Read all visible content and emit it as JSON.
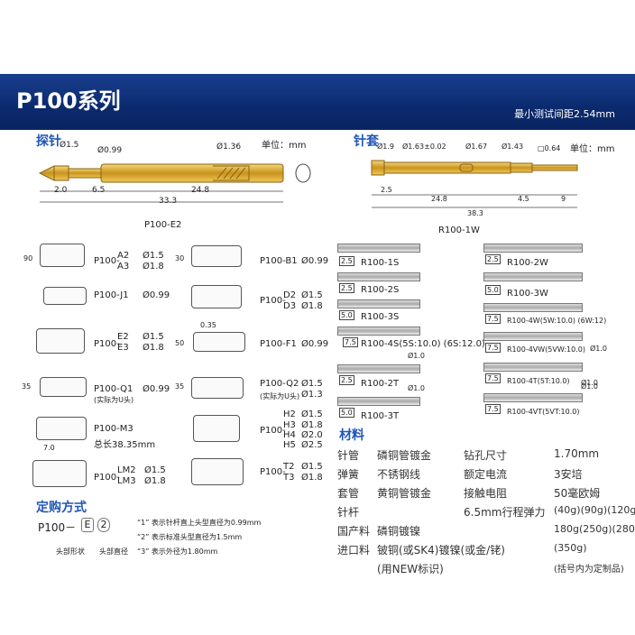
{
  "banner": {
    "title": "P100系列",
    "subtitle": "最小测试间距2.54mm"
  },
  "probe": {
    "title": "探针",
    "unit": "单位：mm",
    "model": "P100-E2",
    "dims": {
      "d1": "Ø1.5",
      "d2": "Ø0.99",
      "d3": "Ø1.36",
      "a": "2.0",
      "b": "6.5",
      "c": "24.8",
      "total": "33.3"
    }
  },
  "sleeve": {
    "title": "针套",
    "unit": "单位：mm",
    "model": "R100-1W",
    "dims": {
      "d1": "Ø1.9",
      "d2": "Ø1.63±0.02",
      "d3": "Ø1.67",
      "d4": "Ø1.43",
      "sq": "□0.64",
      "a": "2.5",
      "b": "24.8",
      "c": "4.5",
      "d": "9",
      "total": "38.3"
    }
  },
  "tips": [
    {
      "model": "P100-",
      "code": "A2",
      "code2": "A3",
      "d1": "Ø1.5",
      "d2": "Ø1.8",
      "angle": "90"
    },
    {
      "model": "P100-B1",
      "d1": "Ø0.99",
      "angle": "30"
    },
    {
      "model": "P100-J1",
      "d1": "Ø0.99"
    },
    {
      "model": "P100-",
      "code": "D2",
      "code2": "D3",
      "d1": "Ø1.5",
      "d2": "Ø1.8"
    },
    {
      "model": "P100-",
      "code": "E2",
      "code2": "E3",
      "d1": "Ø1.5",
      "d2": "Ø1.8"
    },
    {
      "model": "P100-F1",
      "d1": "Ø0.99",
      "angle": "50",
      "extra": "0.35"
    },
    {
      "model": "P100-Q1",
      "d1": "Ø0.99",
      "note": "(实际为U头)",
      "angle": "35"
    },
    {
      "model": "P100-Q2",
      "d1": "Ø1.5",
      "d2": "Ø1.3",
      "note": "(实际为U头)",
      "angle": "35"
    },
    {
      "model": "P100-M3",
      "note": "总长38.35mm",
      "dim": "7.0"
    },
    {
      "model": "P100-",
      "codes": [
        "H2",
        "H3",
        "H4",
        "H5"
      ],
      "ds": [
        "Ø1.5",
        "Ø1.8",
        "Ø2.0",
        "Ø2.5"
      ]
    },
    {
      "model": "P100-",
      "code": "LM2",
      "code2": "LM3",
      "d1": "Ø1.5",
      "d2": "Ø1.8"
    },
    {
      "model": "P100-",
      "code": "T2",
      "code2": "T3",
      "d1": "Ø1.5",
      "d2": "Ø1.8"
    }
  ],
  "sleeves_left": [
    {
      "dim": "2.5",
      "label": "R100-1S"
    },
    {
      "dim": "2.5",
      "label": "R100-2S"
    },
    {
      "dim": "5.0",
      "label": "R100-3S"
    },
    {
      "dim": "7.5",
      "label": "R100-4S(5S:10.0) (6S:12.0)"
    },
    {
      "dim": "2.5",
      "label": "R100-2T",
      "d": "Ø1.0"
    },
    {
      "dim": "5.0",
      "label": "R100-3T",
      "d": "Ø1.0"
    }
  ],
  "sleeves_right": [
    {
      "dim": "2.5",
      "label": "R100-2W"
    },
    {
      "dim": "5.0",
      "label": "R100-3W"
    },
    {
      "dim": "7.5",
      "label": "R100-4W(5W:10.0) (6W:12)"
    },
    {
      "dim": "7.5",
      "label": "R100-4VW(5VW:10.0)",
      "d": "Ø1.0"
    },
    {
      "dim": "7.5",
      "label": "R100-4T(5T:10.0)",
      "d": "Ø1.0"
    },
    {
      "dim": "7.5",
      "label": "R100-4VT(5VT:10.0)",
      "d": "Ø1.0"
    }
  ],
  "order": {
    "title": "定购方式",
    "prefix": "P100－",
    "box1": "E",
    "box2": "2",
    "label1": "头部形状",
    "label2": "头部直径",
    "notes": [
      "“1” 表示针杆直上头型直径为0.99mm",
      "“2” 表示标准头型直径为1.5mm",
      "“3” 表示外径为1.80mm"
    ]
  },
  "materials": {
    "title": "材料",
    "rows": [
      {
        "k": "针管",
        "v": "磷铜管镀金",
        "k2": "钻孔尺寸",
        "v2": "1.70mm"
      },
      {
        "k": "弹簧",
        "v": "不锈钢线",
        "k2": "额定电流",
        "v2": "3安培"
      },
      {
        "k": "套管",
        "v": "黄铜管镀金",
        "k2": "接触电阻",
        "v2": "50毫欧姆"
      },
      {
        "k": "针杆",
        "v": "",
        "k2": "6.5mm行程弹力",
        "v2": "(40g)(90g)(120g)"
      },
      {
        "k": "国产料",
        "v": "磷铜镀镍",
        "k2": "",
        "v2": "180g(250g)(280g)"
      },
      {
        "k": "进口料",
        "v": "铍铜(或SK4)镀镍(或金/铑)",
        "k2": "",
        "v2": "(350g)"
      },
      {
        "k": "",
        "v": "(用NEW标识)",
        "k2": "",
        "v2": "(括号内为定制品)"
      }
    ]
  }
}
